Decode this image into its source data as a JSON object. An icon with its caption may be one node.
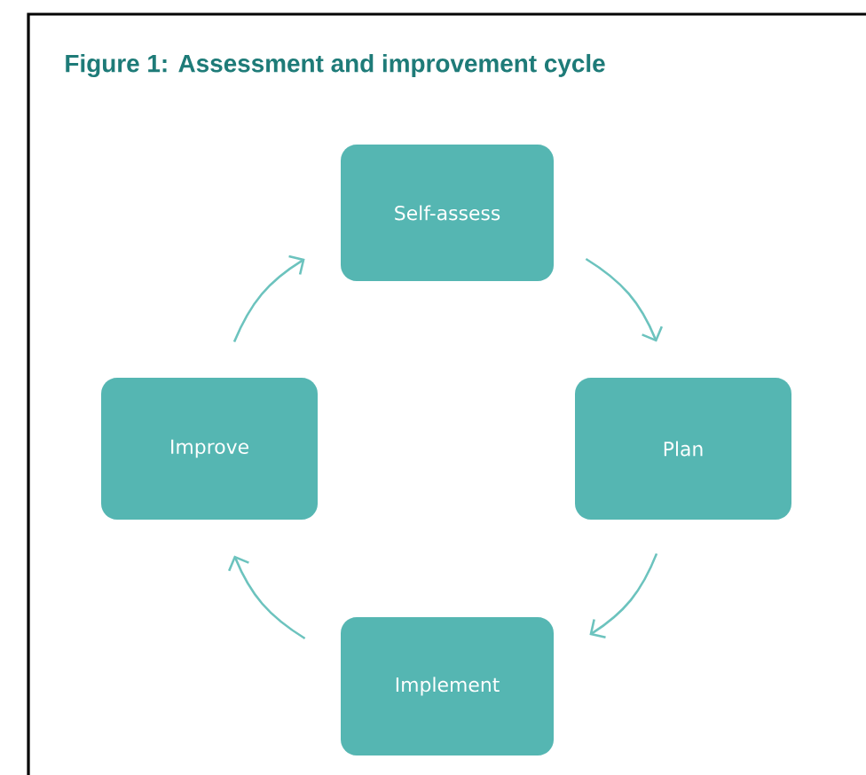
{
  "diagram": {
    "title": "Figure 1: Assessment and improvement cycle",
    "nodes": [
      {
        "text": [
          "Self-assess"
        ]
      },
      {
        "text": [
          "Plan"
        ]
      },
      {
        "text": [
          "Improve"
        ]
      },
      {
        "text": [
          "Implement"
        ]
      }
    ],
    "edges": [
      {
        "from": 0,
        "to": 1,
        "arrow": "to"
      },
      {
        "from": 1,
        "to": 3,
        "arrow": "to"
      },
      {
        "from": 3,
        "to": 2,
        "arrow": "to"
      },
      {
        "from": 2,
        "to": 0,
        "arrow": "to"
      }
    ]
  }
}
